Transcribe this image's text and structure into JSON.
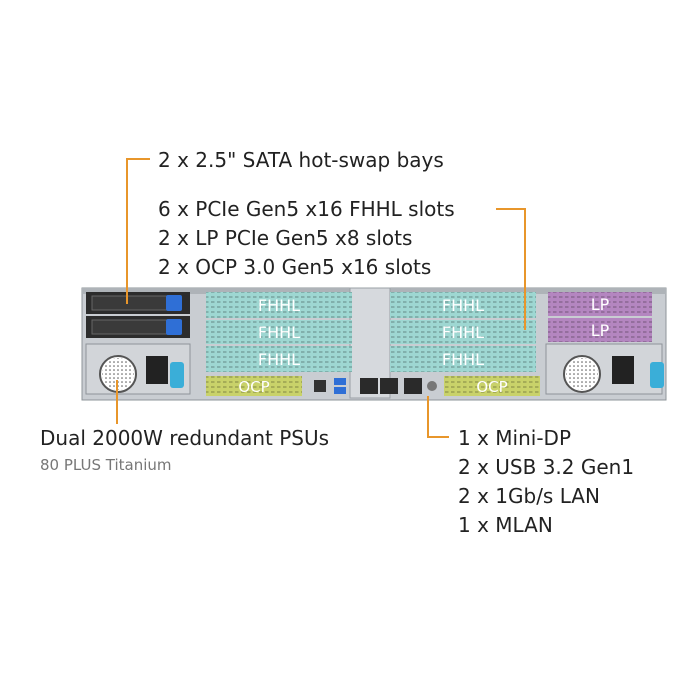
{
  "callouts": {
    "drive_bays": "2 x 2.5\" SATA hot-swap bays",
    "pcie_slots": [
      "6 x PCIe Gen5 x16 FHHL slots",
      "2 x LP PCIe Gen5 x8 slots",
      "2 x OCP 3.0 Gen5 x16 slots"
    ],
    "psu": "Dual 2000W redundant PSUs",
    "psu_sub": "80 PLUS Titanium",
    "io_ports": [
      "1 x Mini-DP",
      "2 x USB 3.2 Gen1",
      "2 x 1Gb/s LAN",
      "1 x MLAN"
    ]
  },
  "slot_labels": {
    "fhhl": "FHHL",
    "lp": "LP",
    "ocp": "OCP"
  },
  "colors": {
    "accent_line": "#e8962b",
    "fhhl_slot": "#9ed7d2",
    "lp_slot": "#b486c0",
    "ocp_slot": "#c9d26a",
    "chassis": "#c9cdd2",
    "usb_blue": "#2f6fd6",
    "psu_latch": "#3aaed8"
  }
}
